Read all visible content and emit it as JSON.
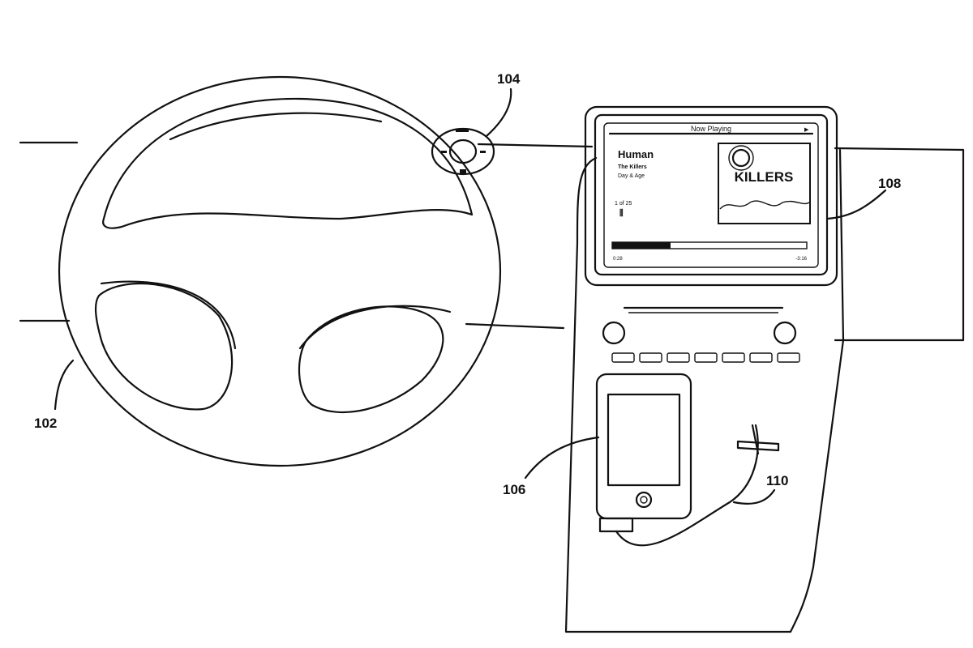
{
  "figure": {
    "ref_labels": {
      "steering_wheel": "102",
      "wheel_controller": "104",
      "portable_device": "106",
      "display": "108",
      "cable": "110"
    },
    "screen": {
      "header": "Now Playing",
      "play_indicator": "▶",
      "song_title": "Human",
      "artist": "The Killers",
      "album": "Day & Age",
      "track_position": "1 of 25",
      "elapsed": "0:28",
      "remaining": "-3:16",
      "progress_fraction": 0.3,
      "album_art_text": "KILLERS"
    }
  }
}
